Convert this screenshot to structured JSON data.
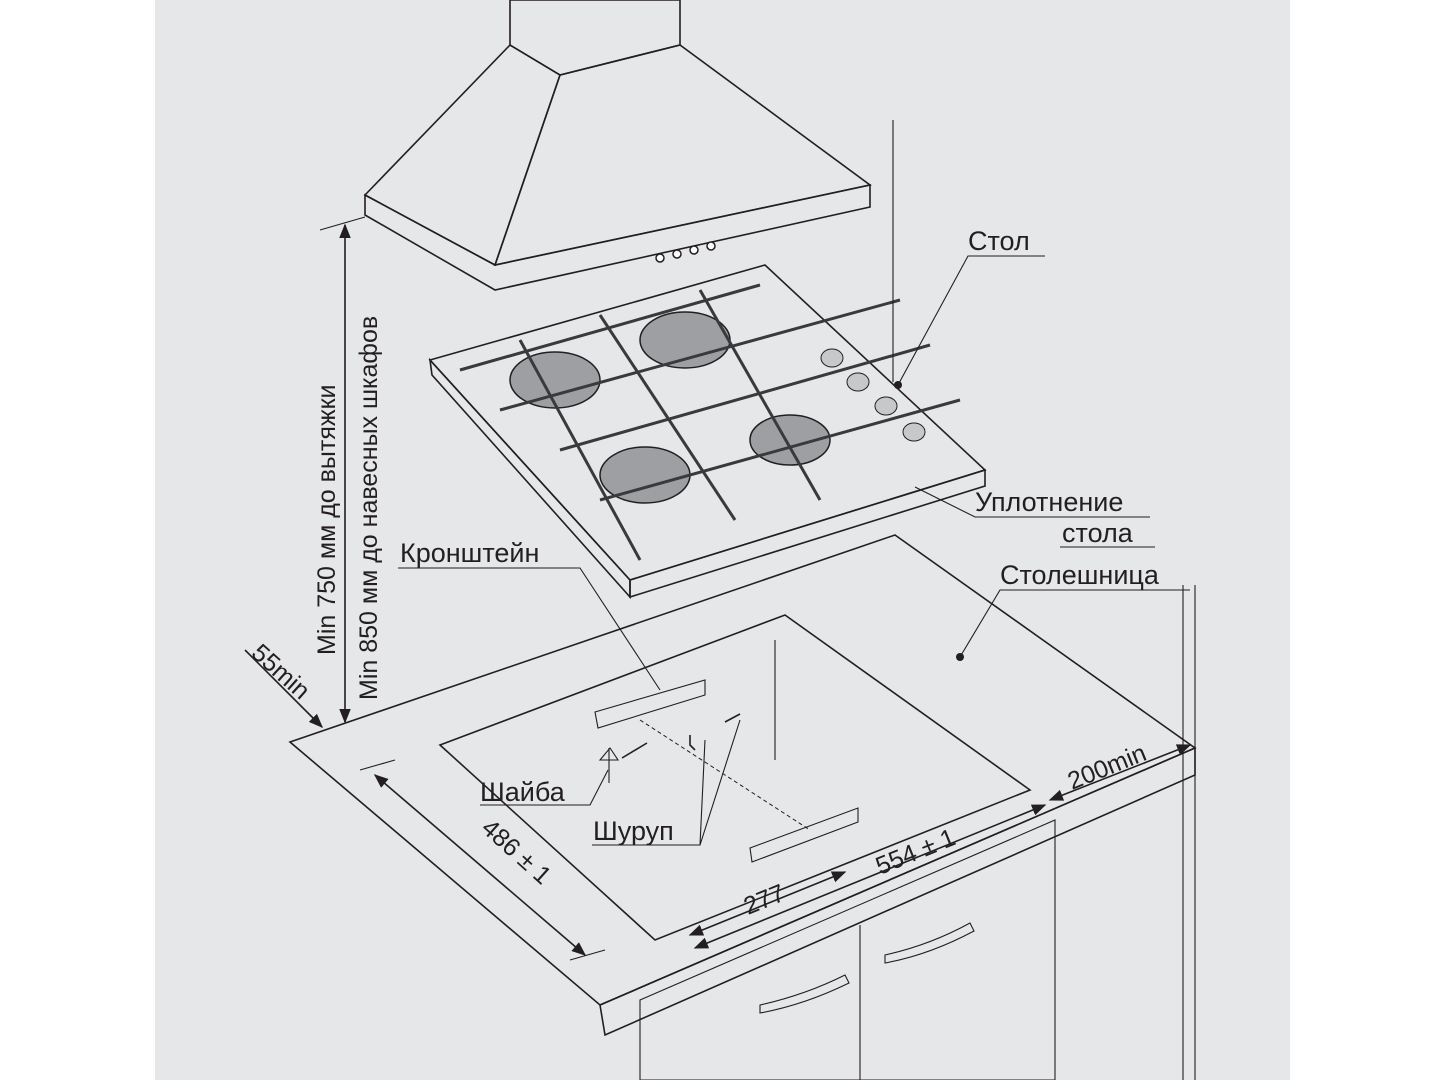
{
  "labels": {
    "table": "Стол",
    "seal_line1": "Уплотнение",
    "seal_line2": "стола",
    "bracket": "Кронштейн",
    "countertop": "Столешница",
    "washer": "Шайба",
    "screw": "Шуруп"
  },
  "dimensions": {
    "depth": "486 ± 1",
    "width": "554 ± 1",
    "half_width": "277",
    "right_clearance": "200min",
    "back_clearance": "55min",
    "hood_clearance": "Min 750 мм до вытяжки",
    "cabinet_clearance": "Min 850 мм до навесных шкафов"
  },
  "colors": {
    "panel": "#e6e7e8",
    "hob": "#6d6e71",
    "countertop": "#8a8b8d",
    "line": "#231f20"
  }
}
